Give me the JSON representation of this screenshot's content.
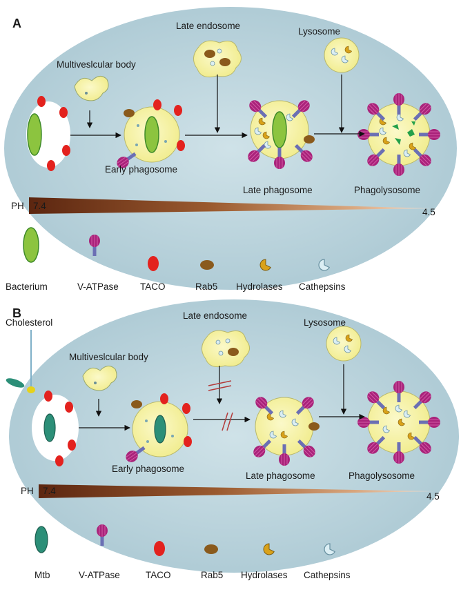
{
  "panel_a": {
    "letter": "A",
    "labels": {
      "multivesicular_body": "Multiveslcular body",
      "late_endosome": "Late endosome",
      "lysosome": "Lysosome",
      "early_phagosome": "Early phagosome",
      "late_phagosome": "Late phagosome",
      "phagolysosome": "Phagolysosome"
    },
    "ph": {
      "label": "PH",
      "start": "7.4",
      "end": "4.5"
    },
    "legend": [
      "Bacterium",
      "V-ATPase",
      "TACO",
      "Rab5",
      "Hydrolases",
      "Cathepsins"
    ]
  },
  "panel_b": {
    "letter": "B",
    "labels": {
      "cholesterol": "Cholesterol",
      "multivesicular_body": "Multiveslcular body",
      "late_endosome": "Late endosome",
      "lysosome": "Lysosome",
      "early_phagosome": "Early phagosome",
      "late_phagosome": "Late phagosome",
      "phagolysosome": "Phagolysosome"
    },
    "ph": {
      "label": "PH",
      "start": "7.4",
      "end": "4.5"
    },
    "legend": [
      "Mtb",
      "V-ATPase",
      "TACO",
      "Rab5",
      "Hydrolases",
      "Cathepsins"
    ]
  },
  "colors": {
    "cell": "#bcd6df",
    "vesicle": "#f6f3a6",
    "bacterium": "#8cc43f",
    "mtb": "#2c8f78",
    "vatpase_head": "#a9237a",
    "vatpase_stalk": "#6b6fb4",
    "taco": "#e3221e",
    "rab5": "#8a5a1c",
    "hydrolase": "#d9a21a",
    "cathepsin": "#cfe6ee",
    "ph_gradient_dark": "#5c2610",
    "inhibit_mark": "#b33a3a"
  }
}
